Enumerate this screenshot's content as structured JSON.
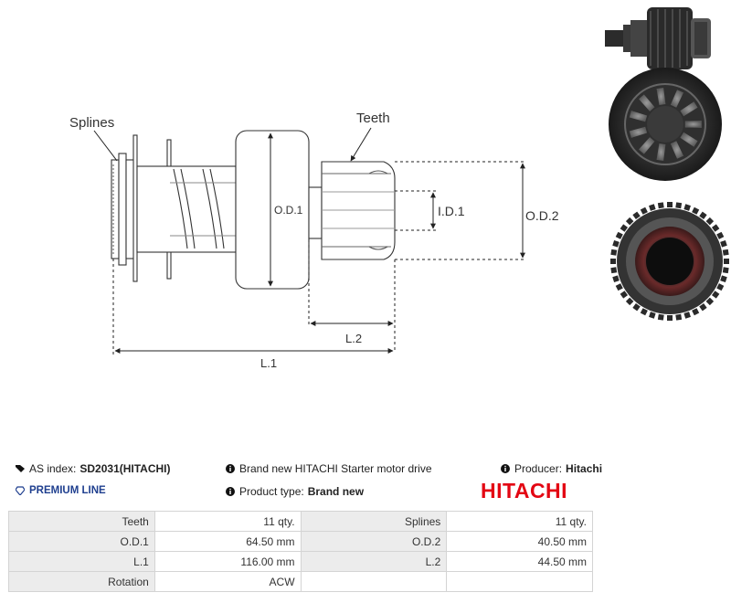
{
  "diagram": {
    "labels": {
      "splines": "Splines",
      "teeth": "Teeth",
      "od1": "O.D.1",
      "id1": "I.D.1",
      "od2": "O.D.2",
      "l1": "L.1",
      "l2": "L.2"
    }
  },
  "info": {
    "as_index_label": "AS index:",
    "as_index_value": "SD2031(HITACHI)",
    "premium": "PREMIUM LINE",
    "description": "Brand new HITACHI Starter motor drive",
    "product_type_label": "Product type:",
    "product_type_value": "Brand new",
    "producer_label": "Producer:",
    "producer_value": "Hitachi",
    "brand_logo": "HITACHI"
  },
  "specs": {
    "rows": [
      [
        {
          "k": "Teeth",
          "v": "11 qty."
        },
        {
          "k": "Splines",
          "v": "11 qty."
        }
      ],
      [
        {
          "k": "O.D.1",
          "v": "64.50 mm"
        },
        {
          "k": "O.D.2",
          "v": "40.50 mm"
        }
      ],
      [
        {
          "k": "L.1",
          "v": "116.00 mm"
        },
        {
          "k": "L.2",
          "v": "44.50 mm"
        }
      ],
      [
        {
          "k": "Rotation",
          "v": "ACW"
        },
        {
          "k": "",
          "v": ""
        }
      ]
    ]
  },
  "colors": {
    "brand_red": "#e30613",
    "premium_blue": "#1f3f8f"
  }
}
